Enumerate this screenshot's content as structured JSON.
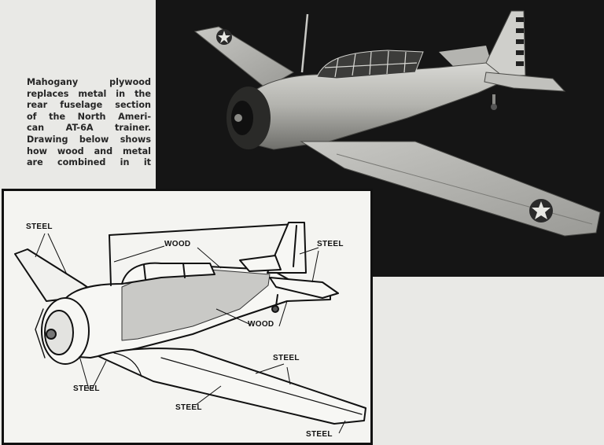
{
  "caption": {
    "lines": [
      "Mahogany plywood",
      "replaces metal in the",
      "rear fuselage section",
      "of the North Ameri-",
      "can AT-6A trainer.",
      "Drawing below shows",
      "how wood and metal",
      "are combined in it"
    ]
  },
  "diagram": {
    "labels": [
      "STEEL",
      "WOOD",
      "STEEL",
      "WOOD",
      "STEEL",
      "STEEL",
      "STEEL",
      "STEEL"
    ]
  },
  "colors": {
    "photo_background": "#151515",
    "aircraft_metal": "#b8b8b4",
    "diagram_wood_shading": "#c9c9c6",
    "page_background": "#e9e9e6"
  }
}
